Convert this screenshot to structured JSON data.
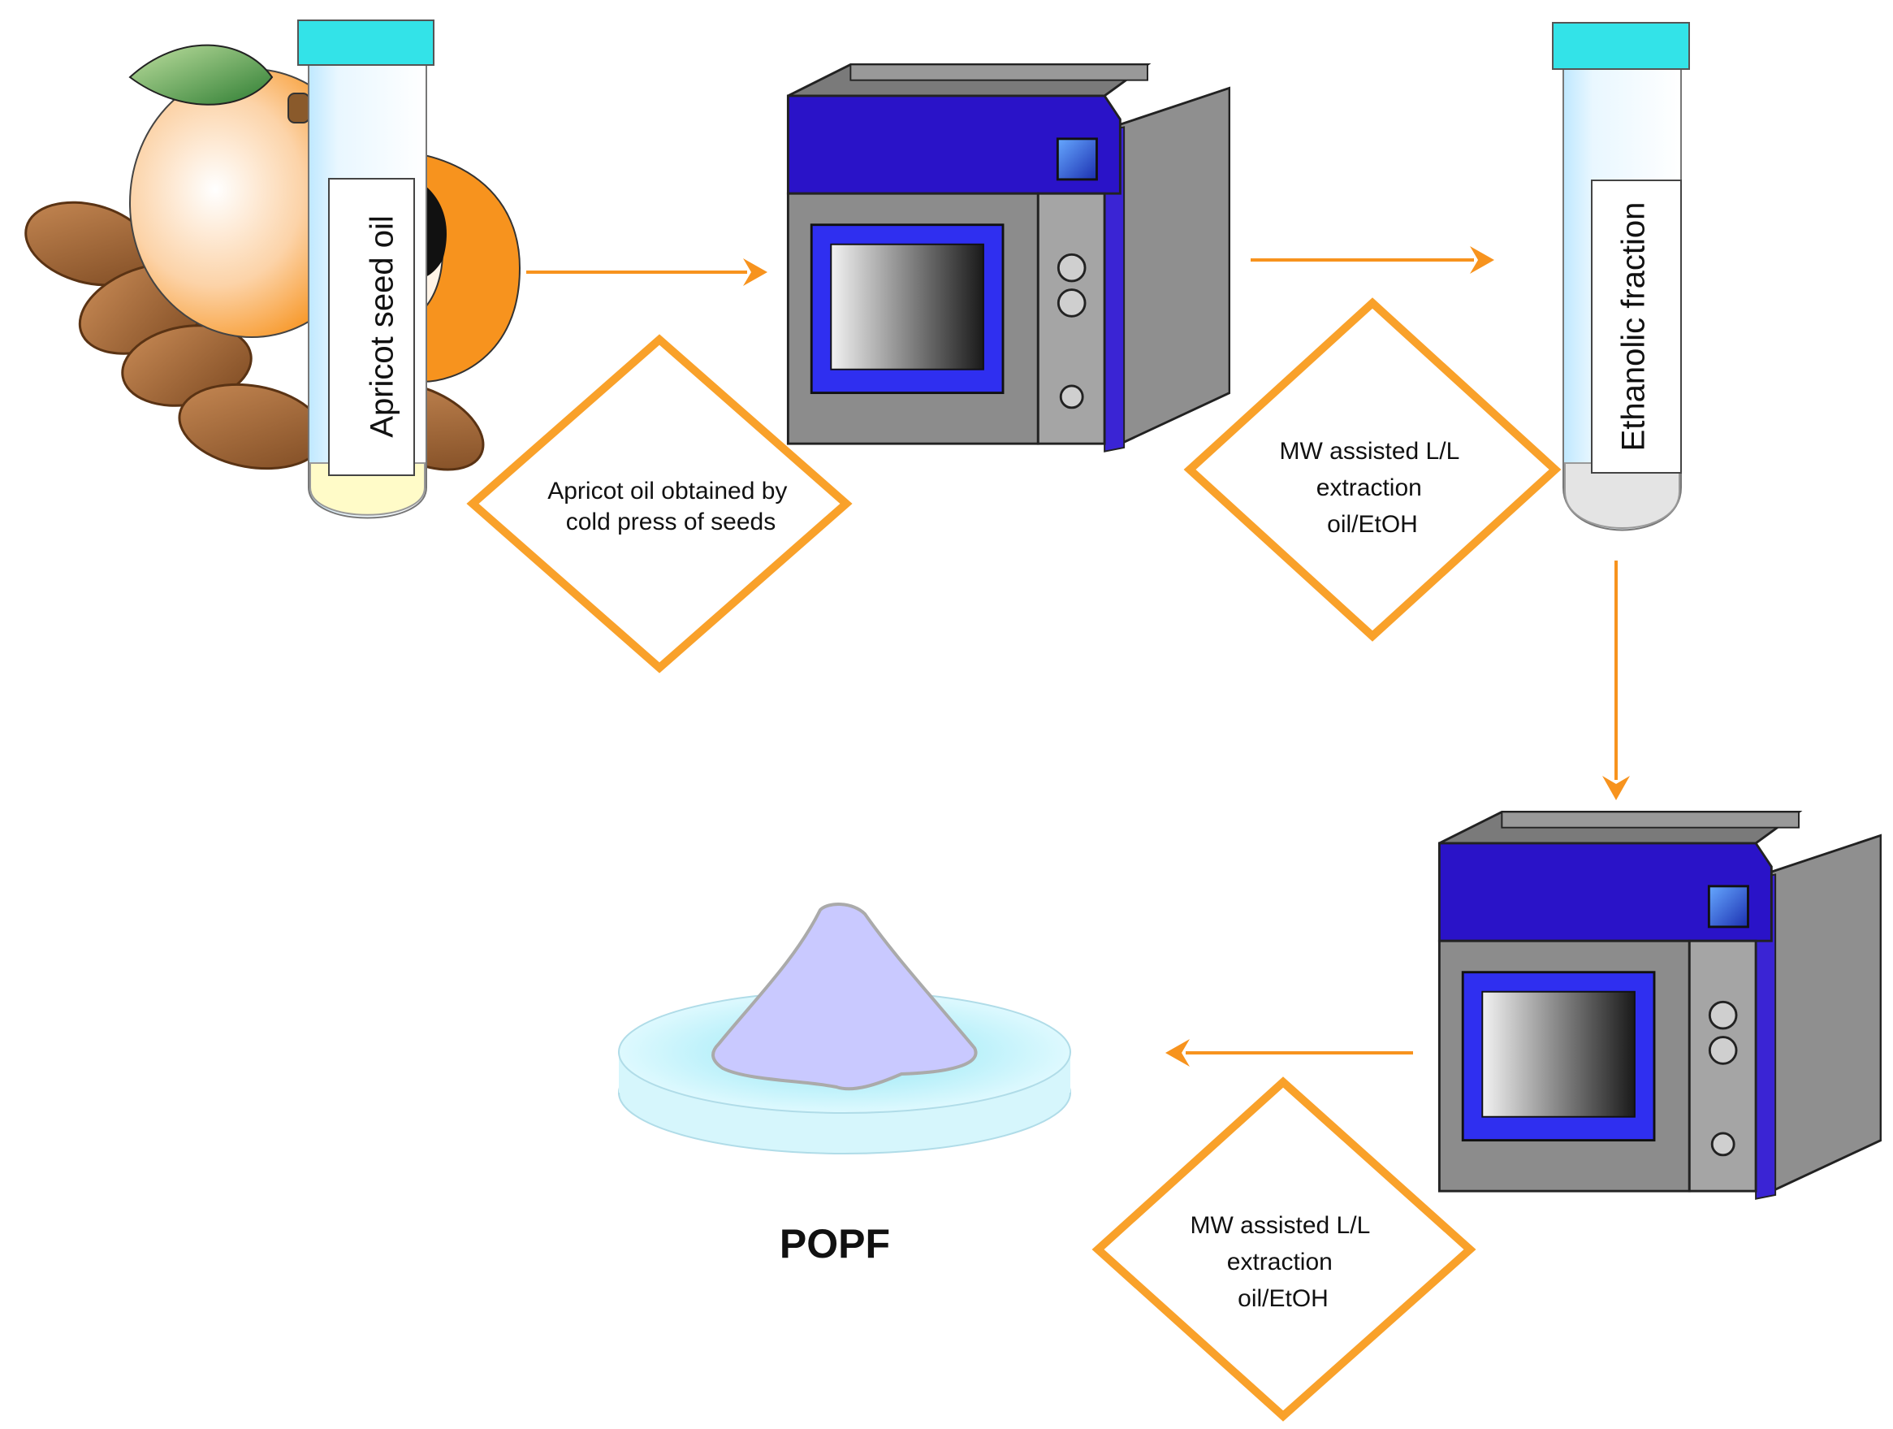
{
  "colors": {
    "arrow": "#f7931e",
    "diamond_border": "#f9a12a",
    "oven_front": "#2a13c8",
    "oven_body": "#8c8c8c",
    "tube_cap": "#33e3e8",
    "apricot": "#f7931e",
    "powder": "#c9c9ff",
    "dish": "#bfeff8"
  },
  "icons": {
    "apricot_illustration": "apricot-and-seeds-icon",
    "oven": "microwave-oven-icon",
    "tube": "test-tube-icon",
    "product": "powder-on-dish-icon"
  },
  "steps": {
    "source_tube_label": "Apricot seed oil",
    "step1_text": [
      "Apricot oil obtained by",
      "cold press of seeds"
    ],
    "step2_text": [
      "MW  assisted L/L",
      "extraction",
      "oil/EtOH"
    ],
    "middle_tube_label": "Ethanolic fraction",
    "step3_text": [
      "MW  assisted L/L",
      "extraction",
      "oil/EtOH"
    ],
    "product_label": "POPF"
  }
}
